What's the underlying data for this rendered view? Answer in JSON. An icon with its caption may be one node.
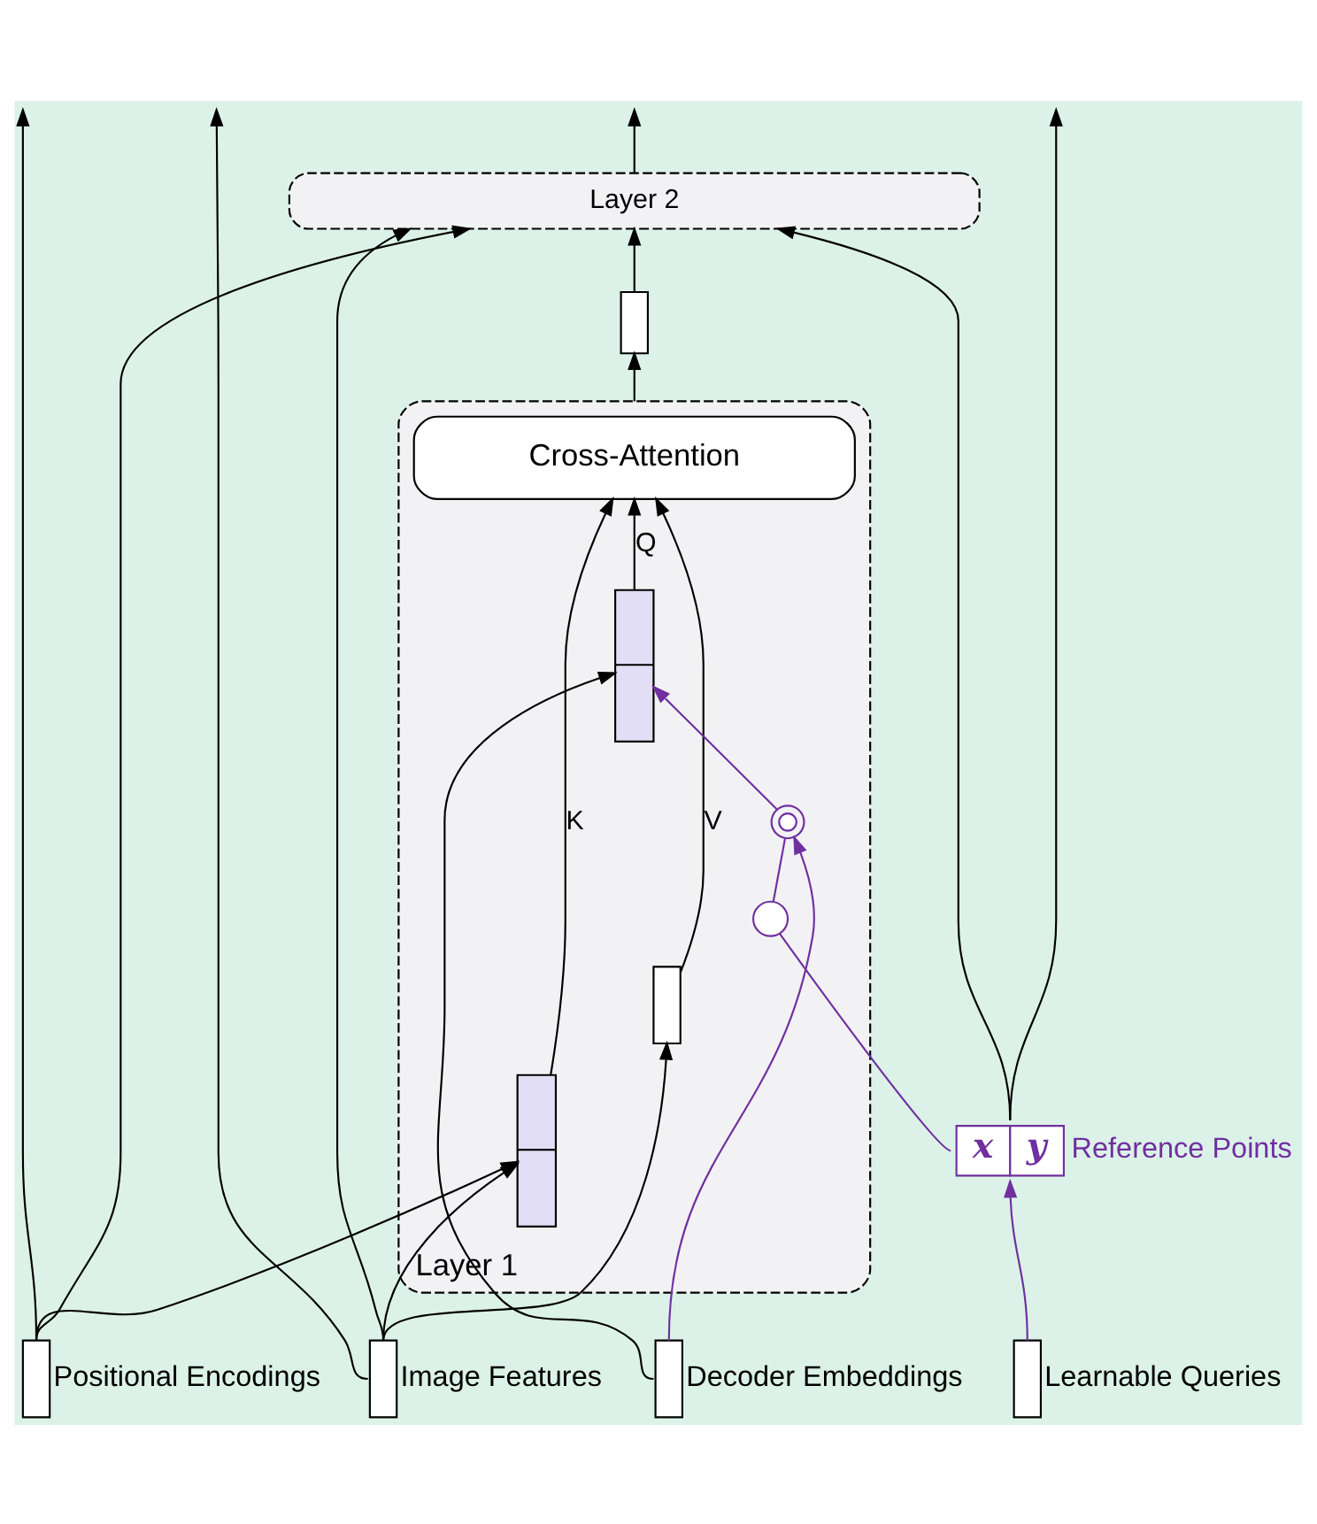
{
  "diagram": {
    "nodes": [
      {
        "text": [
          "Layer 2"
        ]
      },
      {
        "text": [],
        "shape": "box"
      },
      {
        "text": [
          "Layer 1"
        ]
      },
      {
        "text": [
          "Cross-Attention"
        ],
        "in": 2
      },
      {
        "text": [],
        "shape": "box",
        "in": 2
      },
      {
        "text": [],
        "shape": "box",
        "in": 2
      },
      {
        "text": [],
        "shape": "box",
        "in": 2
      },
      {
        "text": [],
        "shape": "circle",
        "in": 2
      },
      {
        "text": [],
        "shape": "circle",
        "in": 2
      },
      {
        "text": [],
        "shape": "box",
        "beside": [
          "Positional Encodings"
        ]
      },
      {
        "text": [
          "x",
          "y"
        ],
        "beside": [
          "Reference Points"
        ]
      },
      {
        "text": [],
        "shape": "box",
        "beside": [
          "Image Features"
        ]
      },
      {
        "text": [],
        "shape": "box",
        "beside": [
          "Decoder Embeddings"
        ]
      },
      {
        "text": [],
        "shape": "box",
        "beside": [
          "Learnable Queries"
        ]
      }
    ],
    "edges": [
      {
        "from": 0,
        "to": null,
        "arrow": "to"
      },
      {
        "from": 1,
        "to": 0,
        "arrow": "to"
      },
      {
        "from": 2,
        "to": 1,
        "arrow": "to"
      },
      {
        "from": 4,
        "to": 3,
        "arrow": "to",
        "label": "V"
      },
      {
        "from": 5,
        "to": 3,
        "arrow": "to",
        "label": "K"
      },
      {
        "from": 6,
        "to": 3,
        "arrow": "to",
        "label": "Q"
      },
      {
        "from": 11,
        "to": null,
        "arrow": "to"
      },
      {
        "from": 11,
        "to": 0,
        "arrow": "to"
      },
      {
        "from": 11,
        "to": 4,
        "arrow": "to"
      },
      {
        "from": 11,
        "to": 5,
        "arrow": "to"
      },
      {
        "from": 9,
        "to": null,
        "arrow": "to"
      },
      {
        "from": 9,
        "to": 0,
        "arrow": "to"
      },
      {
        "from": 9,
        "to": 5,
        "arrow": "to"
      },
      {
        "from": 12,
        "to": 6,
        "arrow": "to"
      },
      {
        "from": 12,
        "to": 7,
        "arrow": "to",
        "color": "#7030a0"
      },
      {
        "from": 10,
        "to": null,
        "arrow": "to"
      },
      {
        "from": 10,
        "to": 0,
        "arrow": "to"
      },
      {
        "from": 10,
        "to": 8,
        "arrow": "none",
        "color": "#7030a0"
      },
      {
        "from": 8,
        "to": 7,
        "arrow": "none",
        "color": "#7030a0"
      },
      {
        "from": 7,
        "to": 6,
        "arrow": "to",
        "color": "#7030a0"
      },
      {
        "from": 13,
        "to": 10,
        "arrow": "to",
        "color": "#7030a0"
      }
    ]
  }
}
